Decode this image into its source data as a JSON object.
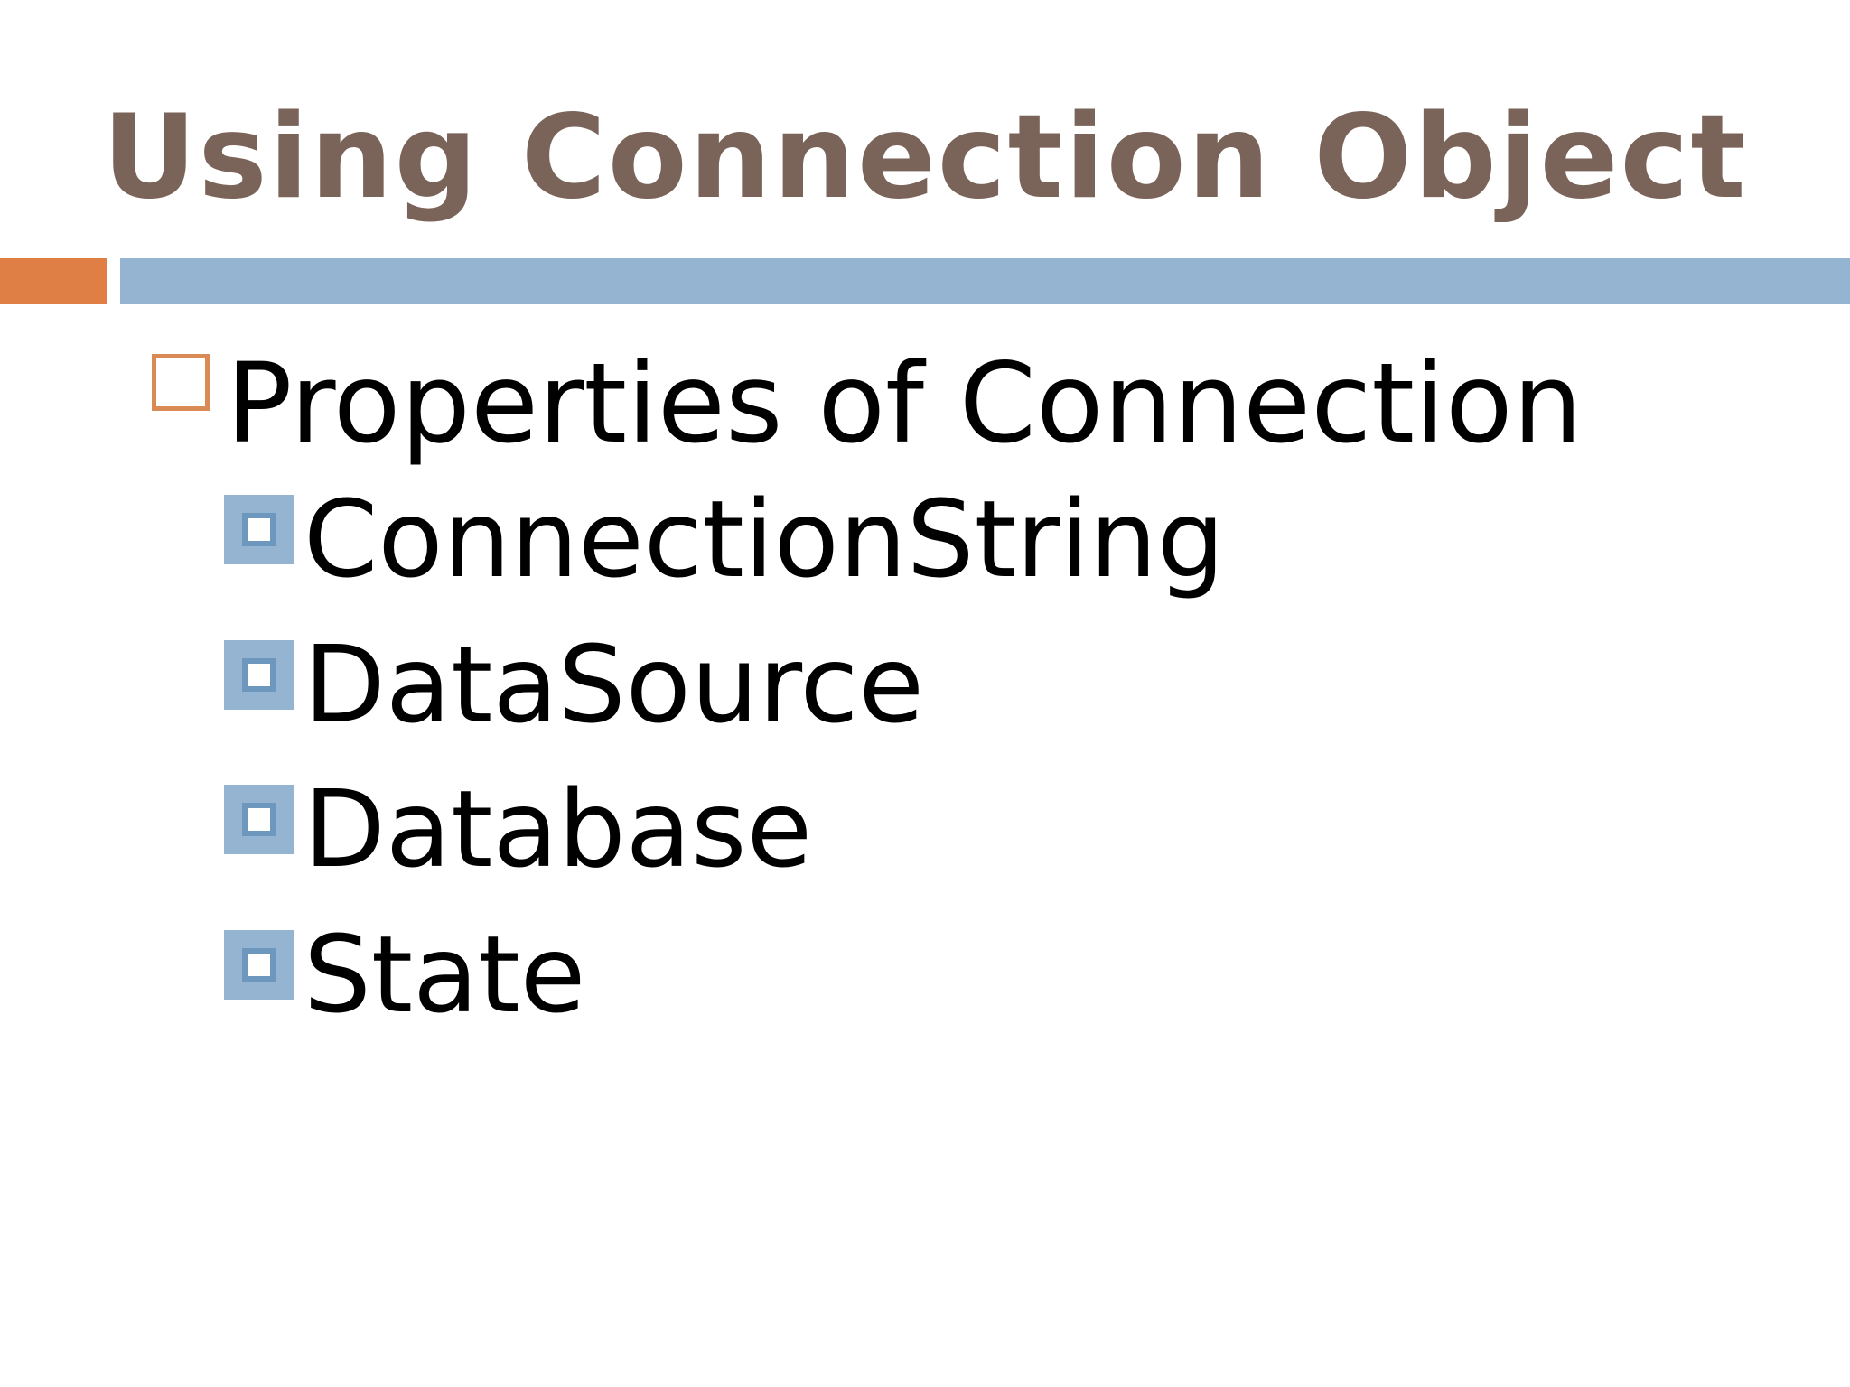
{
  "slide": {
    "title": "Using Connection Object",
    "heading": "Properties of Connection",
    "items": [
      {
        "label": "ConnectionString"
      },
      {
        "label": "DataSource"
      },
      {
        "label": "Database"
      },
      {
        "label": "State"
      }
    ]
  },
  "colors": {
    "title": "#7a6358",
    "accent_orange": "#e07f45",
    "accent_blue": "#94b4d1",
    "text": "#000000"
  }
}
